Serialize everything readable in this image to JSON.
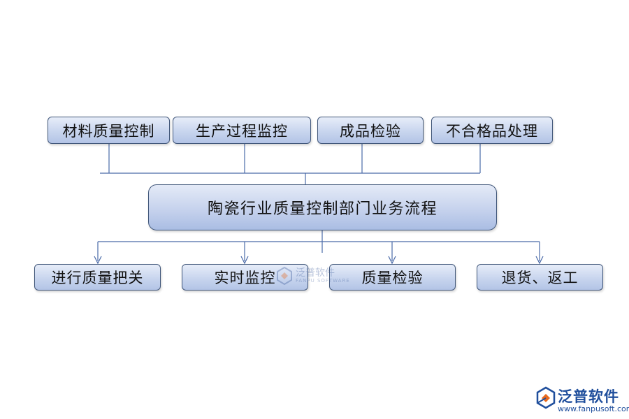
{
  "diagram": {
    "top_items": [
      "材料质量控制",
      "生产过程监控",
      "成品检验",
      "不合格品处理"
    ],
    "center": "陶瓷行业质量控制部门业务流程",
    "bottom_items": [
      "进行质量把关",
      "实时监控",
      "质量检验",
      "退货、返工"
    ]
  },
  "watermark": {
    "center_text": "泛普软件",
    "center_sub": "FANPU SOFTWARE",
    "logo_text": "泛普软件",
    "logo_url": "www.fanpusoft.com",
    "brand_color": "#1f4e9c",
    "accent_color": "#e86a1e"
  },
  "colors": {
    "box_border": "#41577a",
    "connector": "#4a6aa8"
  }
}
